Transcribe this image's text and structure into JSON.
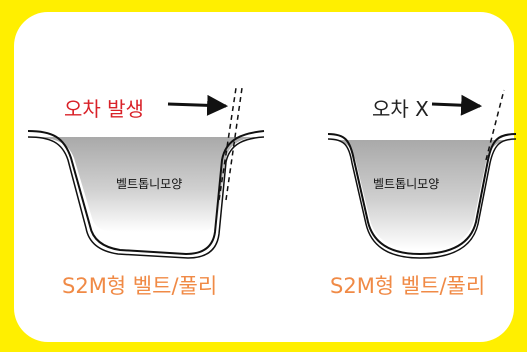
{
  "colors": {
    "background": "#ffef00",
    "card": "#ffffff",
    "error_label": "#d92128",
    "ok_label": "#222222",
    "caption": "#f08a46",
    "tooth_fill": "#c9c9c9"
  },
  "left_panel": {
    "arrow_label": "오차 발생",
    "inner_label": "벨트톱니모양",
    "caption": "S2M형 벨트/풀리"
  },
  "right_panel": {
    "arrow_label": "오차 X",
    "inner_label": "벨트톱니모양",
    "caption": "S2M형 벨트/풀리"
  }
}
